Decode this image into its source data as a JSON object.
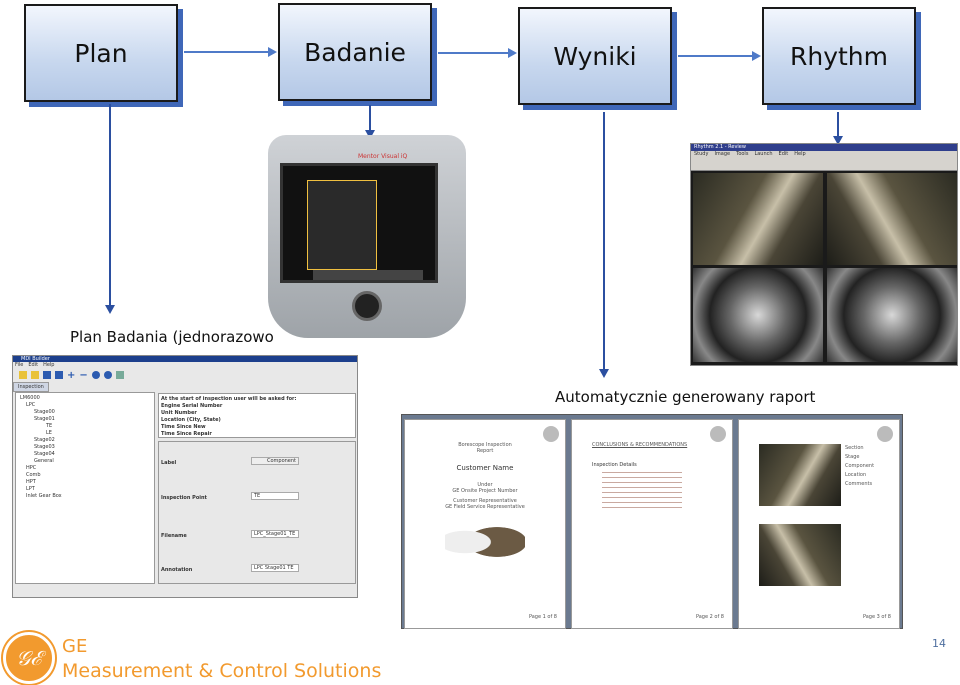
{
  "flow": {
    "steps": [
      "Plan",
      "Badanie",
      "Wyniki",
      "Rhythm"
    ]
  },
  "captions": {
    "plan": "Plan Badania (jednorazowo",
    "report": "Automatycznie generowany raport"
  },
  "device": {
    "brand": "Mentor Visual iQ"
  },
  "mdi_builder": {
    "title": "MDI Builder",
    "menu": [
      "File",
      "Edit",
      "Help"
    ],
    "tab": "Inspection",
    "tree": [
      "LM6000",
      "LPC",
      "Stage00",
      "Stage01",
      "TE",
      "LE",
      "Stage02",
      "Stage03",
      "Stage04",
      "General",
      "HPC",
      "Comb",
      "HPT",
      "LPT",
      "Inlet Gear Box"
    ],
    "prompt_header": "At the start of inspection user will be asked for:",
    "prompts": [
      "Engine Serial Number",
      "Unit Number",
      "Location (City, State)",
      "Time Since New",
      "Time Since Repair"
    ],
    "fields": [
      {
        "label": "Label",
        "value": "Component"
      },
      {
        "label": "Inspection Point",
        "value": "TE"
      },
      {
        "label": "Filename",
        "value": "LPC_Stage01_TE"
      },
      {
        "label": "Annotation",
        "value": "LPC Stage01 TE"
      }
    ]
  },
  "rhythm": {
    "title": "Rhythm 2.1 - Review",
    "menu": [
      "Study",
      "Image",
      "Tools",
      "Launch",
      "Edit",
      "Help"
    ]
  },
  "report": {
    "cover": {
      "title": "Borescope Inspection Report",
      "customer": "Customer Name",
      "line1": "Under",
      "line2": "GE Onsite Project Number",
      "rep1": "Customer Representative",
      "rep2": "GE Field Service Representative",
      "page": "Page 1 of 8"
    },
    "details": {
      "heading": "CONCLUSIONS & RECOMMENDATIONS",
      "section": "Inspection Details",
      "page": "Page 2 of 8"
    },
    "images": {
      "labels": [
        "Section",
        "Stage",
        "Component",
        "Location",
        "Comments"
      ],
      "page": "Page 3 of 8"
    }
  },
  "footer": {
    "brand": "GE",
    "division": "Measurement & Control Solutions",
    "page_number": "14"
  },
  "colors": {
    "accent": "#f29a2e",
    "box_shadow": "#3f67b8",
    "arrow": "#4f7ac8"
  }
}
